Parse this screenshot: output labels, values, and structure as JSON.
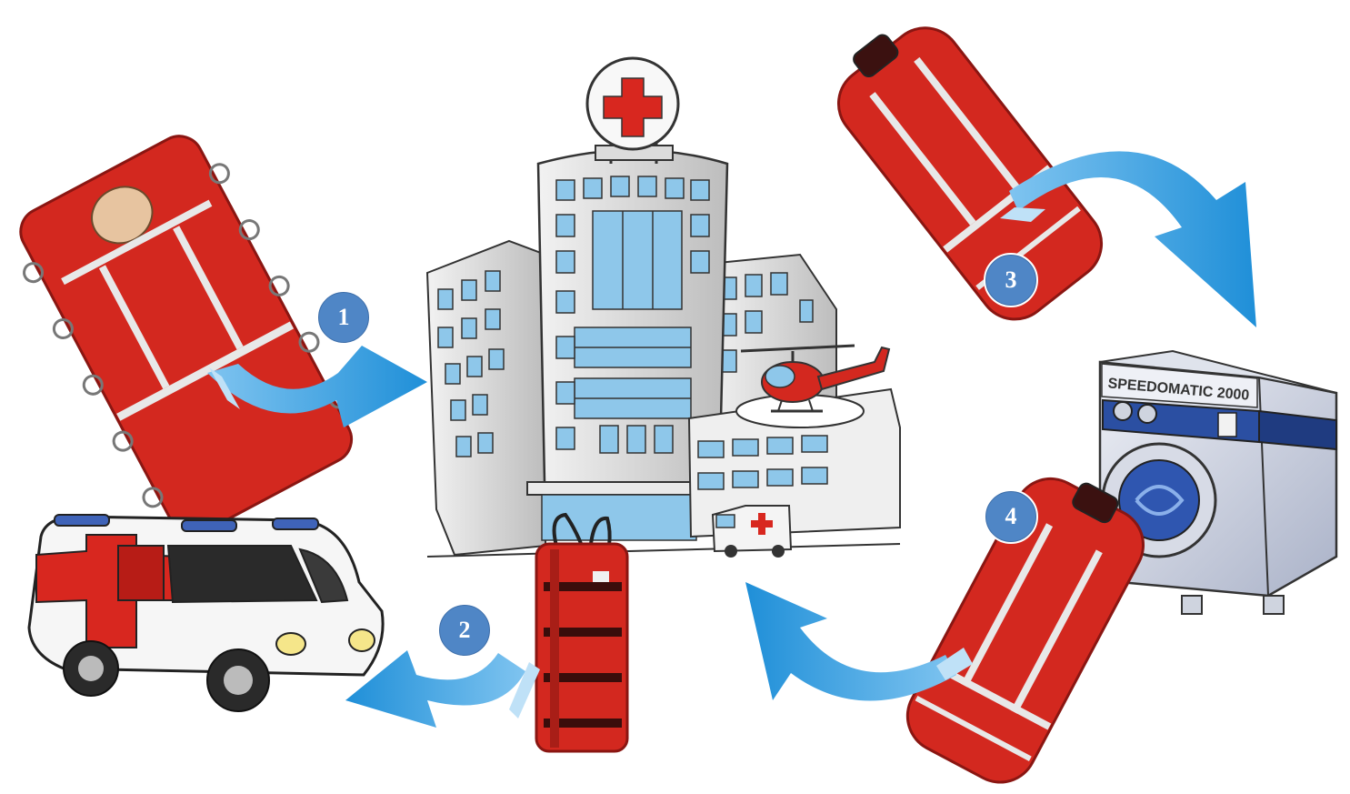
{
  "steps": [
    {
      "number": "1"
    },
    {
      "number": "2"
    },
    {
      "number": "3"
    },
    {
      "number": "4"
    }
  ],
  "washing_machine": {
    "brand_label": "SPEEDOMATIC 2000"
  },
  "colors": {
    "arrow_blue": "#1f8fd8",
    "badge_blue": "#4f86c6",
    "bag_red": "#d3281f",
    "reflective_stripe": "#e8e8e8",
    "hospital_window": "#8ec7ea",
    "washer_band": "#2b4fa2"
  },
  "icons": [
    "hospital-building-icon",
    "helicopter-icon",
    "ambulance-icon",
    "washing-machine-icon",
    "rescue-bag-icon",
    "cycle-arrow-icon"
  ]
}
